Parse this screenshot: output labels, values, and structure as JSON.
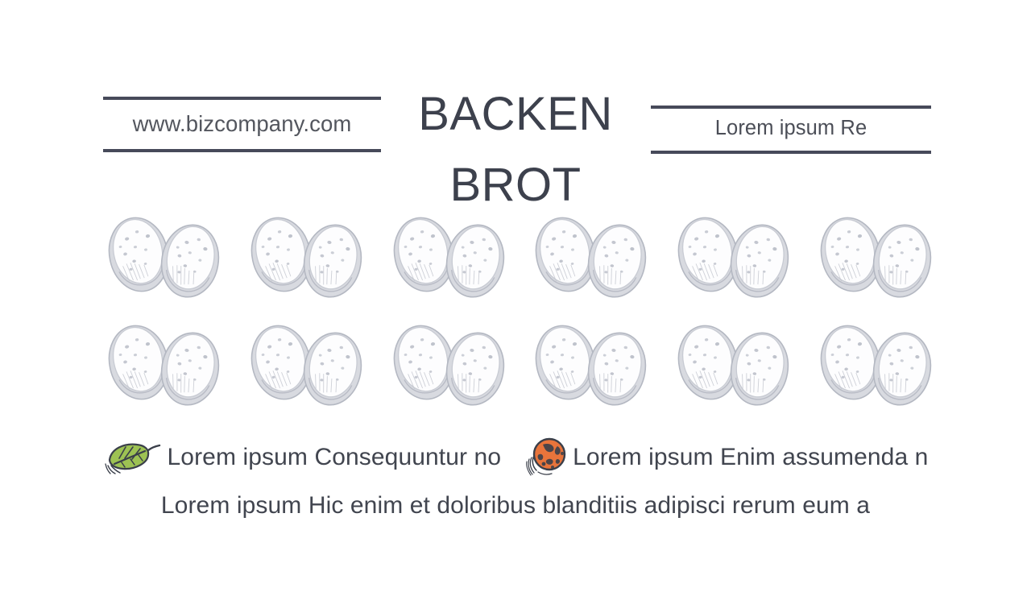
{
  "page": {
    "background_color": "#ffffff",
    "accent_rule_color": "#474a5a",
    "title_color": "#3d414d",
    "body_text_color": "#41454f",
    "leaf_icon_color": "#9dc253",
    "bun_icon_color": "#e8743b"
  },
  "header": {
    "left_block": {
      "website": "www.bizcompany.com"
    },
    "title": {
      "line1": "BACKEN",
      "line2": "BROT"
    },
    "right_block": {
      "tagline": "Lorem ipsum Re"
    }
  },
  "bread_grid": {
    "columns": 6,
    "rows": 2,
    "item_name": "bread-loaf-pair-illustration",
    "items": [
      "bread-pair-1",
      "bread-pair-2",
      "bread-pair-3",
      "bread-pair-4",
      "bread-pair-5",
      "bread-pair-6",
      "bread-pair-7",
      "bread-pair-8",
      "bread-pair-9",
      "bread-pair-10",
      "bread-pair-11",
      "bread-pair-12"
    ]
  },
  "footer": {
    "row1": {
      "leaf_icon": "leaf-icon",
      "leaf_text": "Lorem ipsum Consequuntur no",
      "bun_icon": "bread-roll-icon",
      "bun_text": "Lorem ipsum Enim assumenda n"
    },
    "row2": {
      "text": "Lorem ipsum Hic enim et doloribus blanditiis adipisci rerum eum a"
    }
  }
}
